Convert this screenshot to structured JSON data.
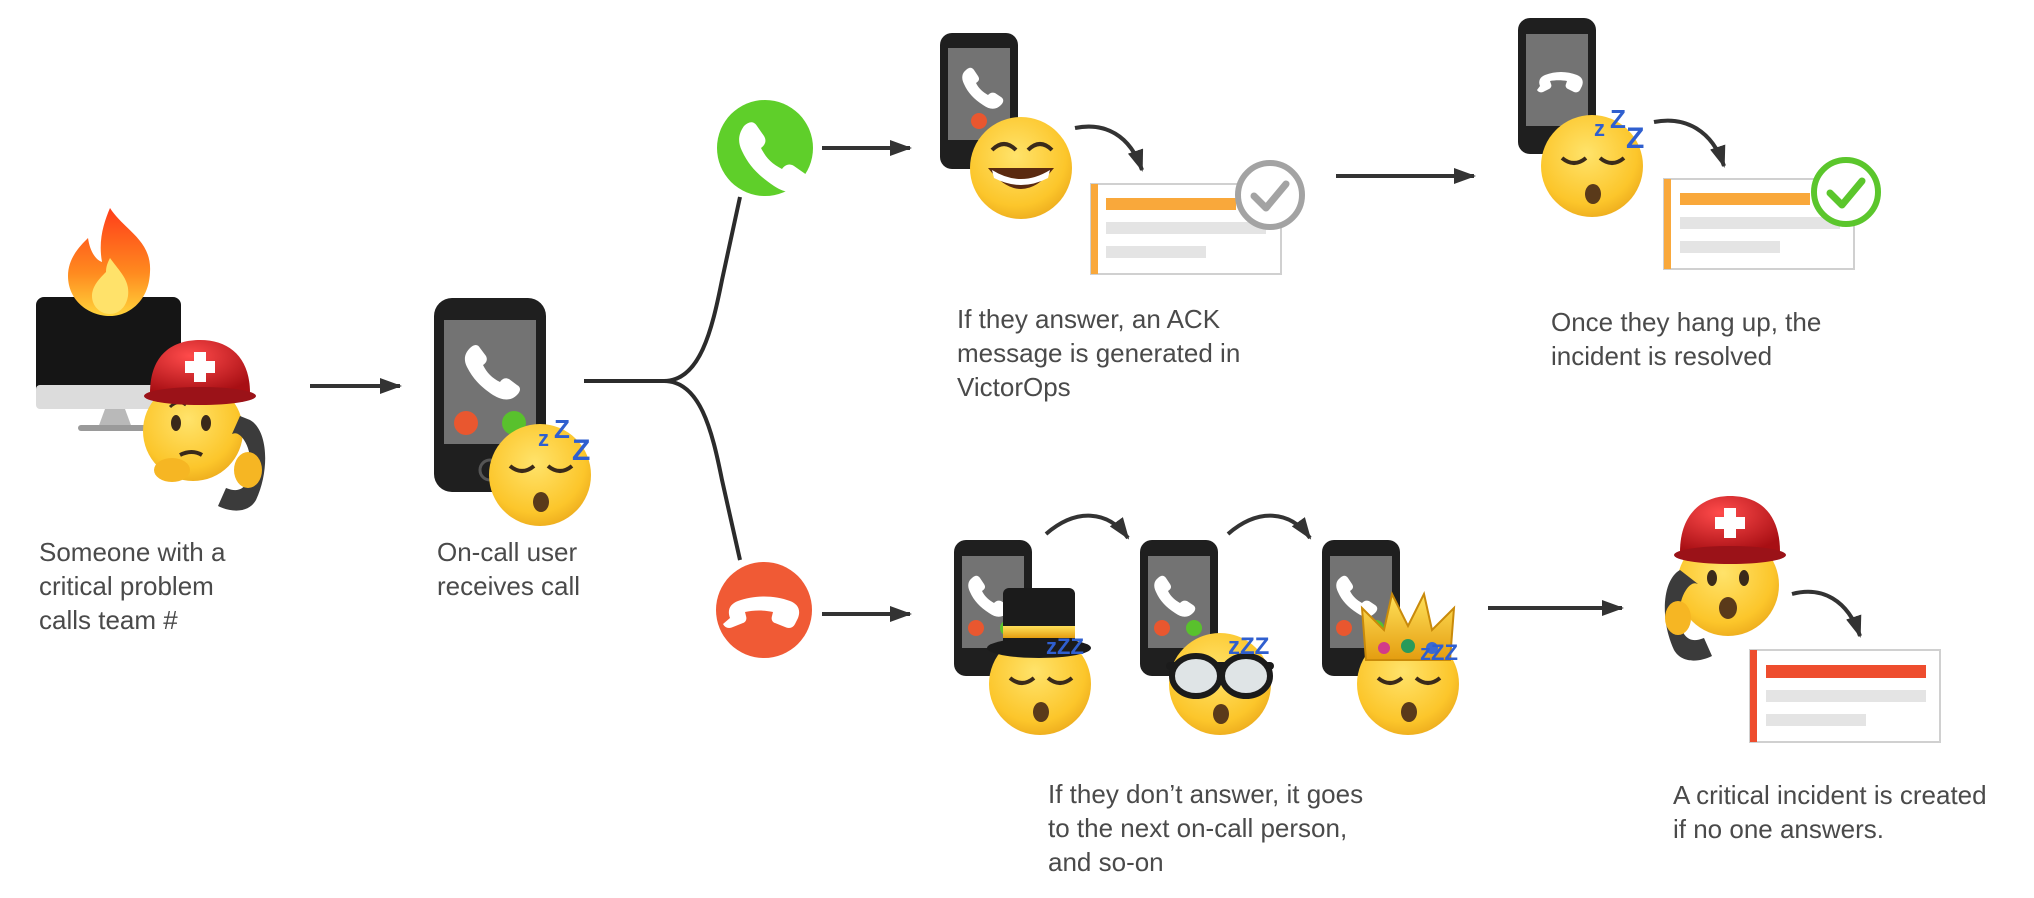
{
  "colors": {
    "answer_green": "#5fcf2a",
    "decline_red": "#f05a35",
    "ack_orange": "#f9a83b",
    "critical_red": "#ee4d2e",
    "resolved_check": "#5bc62c",
    "pending_check": "#a3a3a3",
    "text": "#4a4a4a"
  },
  "icons": {
    "reporter": [
      "monitor-icon",
      "fire-icon",
      "thinking-face-icon",
      "rescue-helmet-icon",
      "telephone-receiver-icon"
    ],
    "oncall": [
      "phone-ringing-icon",
      "sleeping-face-icon"
    ],
    "answer": "phone-answer-icon",
    "decline": "phone-hangup-icon",
    "ack": [
      "grinning-face-icon",
      "check-circle-icon"
    ],
    "resolved": [
      "phone-hangup-icon",
      "sleeping-face-icon",
      "check-circle-icon"
    ],
    "escalation": [
      "top-hat-icon",
      "sunglasses-icon",
      "crown-icon"
    ],
    "critical": [
      "rescue-helmet-icon",
      "surprised-face-icon"
    ]
  },
  "steps": {
    "reporter": {
      "lines": [
        "Someone with a",
        "critical problem",
        "calls team #"
      ]
    },
    "oncall": {
      "lines": [
        "On-call user",
        "receives call"
      ]
    },
    "ack": {
      "lines": [
        "If they answer, an ACK",
        "message is generated in",
        "VictorOps"
      ]
    },
    "resolved": {
      "lines": [
        "Once they hang up, the",
        "incident is resolved"
      ]
    },
    "escalate": {
      "lines": [
        "If they don’t answer, it goes",
        "to the next on-call person,",
        "and so-on"
      ]
    },
    "critical": {
      "lines": [
        "A critical incident is created",
        "if no one answers."
      ]
    }
  }
}
